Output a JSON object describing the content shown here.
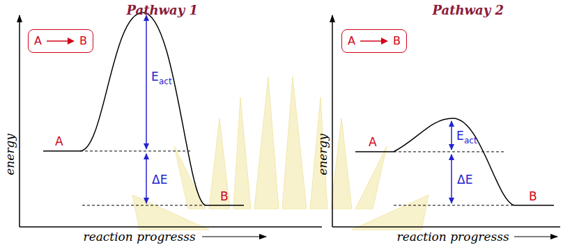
{
  "diagram": {
    "nodes": [
      {
        "text": [
          "A",
          "B"
        ]
      },
      {
        "text": [
          "A",
          "B"
        ]
      }
    ],
    "labels": [
      "Pathway 1",
      "E",
      "act",
      "A",
      "ΔE",
      "B",
      "energy",
      "reaction progresss",
      "Pathway 2",
      "E",
      "act",
      "A",
      "ΔE",
      "B",
      "energy",
      "reaction progresss"
    ]
  }
}
